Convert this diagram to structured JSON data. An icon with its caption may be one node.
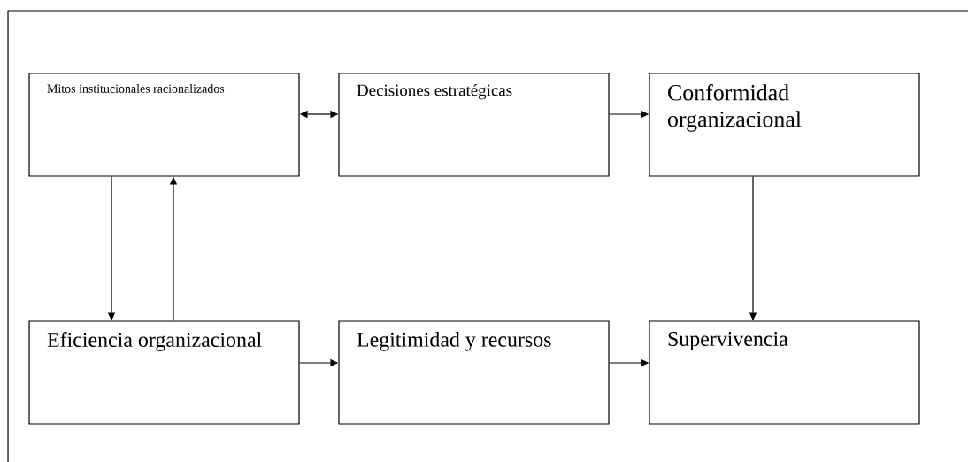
{
  "diagram": {
    "nodes": [
      {
        "text": [
          "Mitos institucionales racionalizados"
        ]
      },
      {
        "text": [
          "Decisiones estratégicas"
        ]
      },
      {
        "text": [
          "Conformidad organizacional"
        ]
      },
      {
        "text": [
          "Eficiencia organizacional"
        ]
      },
      {
        "text": [
          "Legitimidad y recursos"
        ]
      },
      {
        "text": [
          "Supervivencia"
        ]
      }
    ],
    "edges": [
      {
        "from": 0,
        "to": 1,
        "arrow": "both"
      },
      {
        "from": 1,
        "to": 2,
        "arrow": "to"
      },
      {
        "from": 0,
        "to": 3,
        "arrow": "to"
      },
      {
        "from": 3,
        "to": 0,
        "arrow": "to"
      },
      {
        "from": 2,
        "to": 5,
        "arrow": "to"
      },
      {
        "from": 3,
        "to": 4,
        "arrow": "to"
      },
      {
        "from": 4,
        "to": 5,
        "arrow": "to"
      }
    ]
  }
}
